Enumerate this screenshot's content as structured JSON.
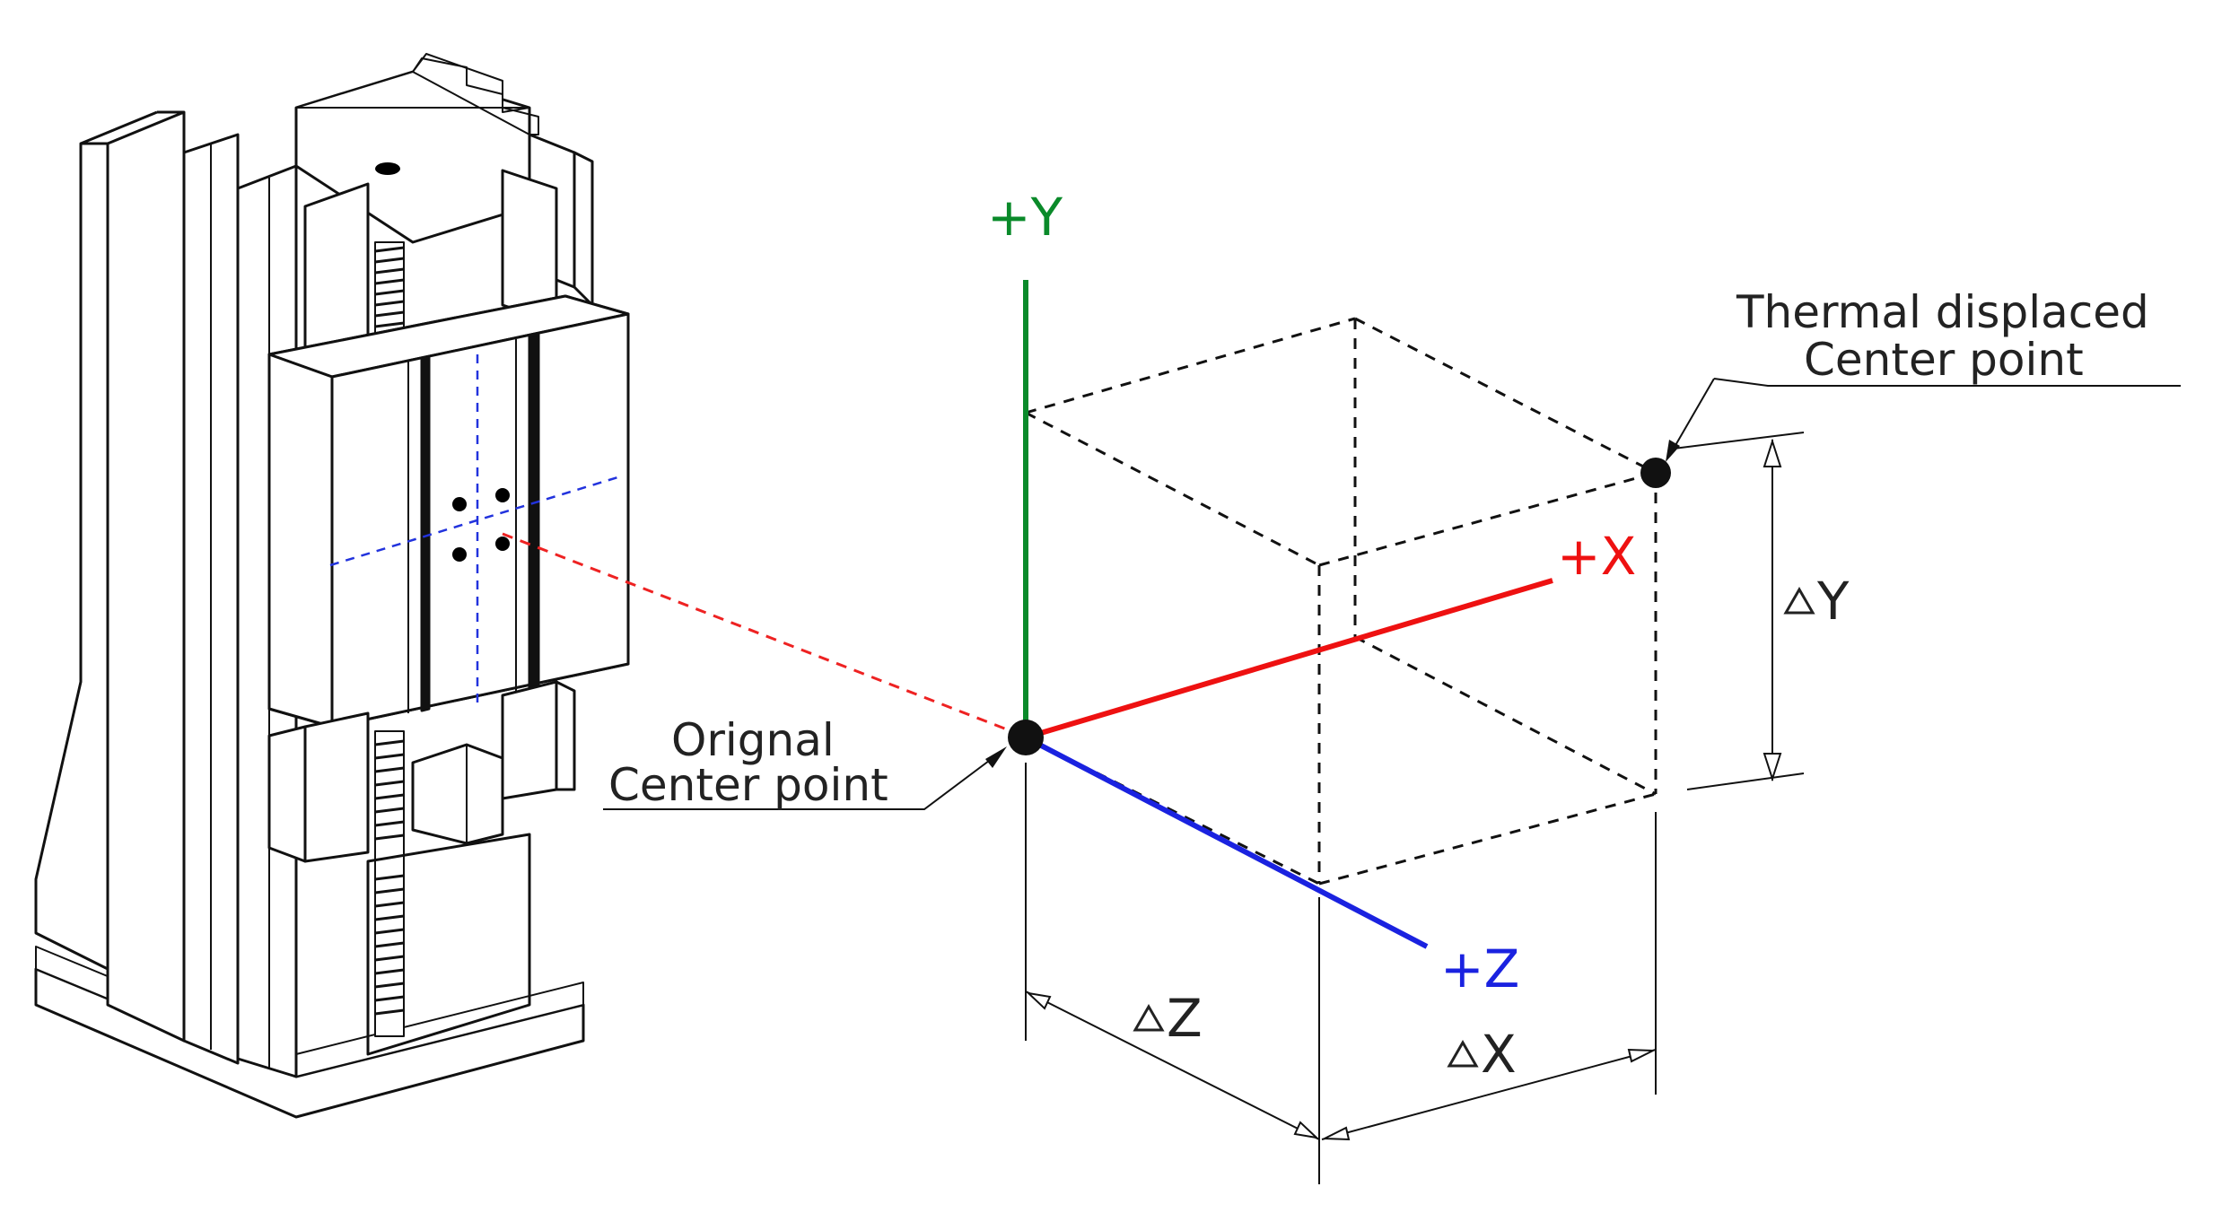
{
  "axes": {
    "y": {
      "label": "+Y",
      "color": "#0a8a2a"
    },
    "x": {
      "label": "+X",
      "color": "#ee1111"
    },
    "z": {
      "label": "+Z",
      "color": "#1a22e0"
    }
  },
  "points": {
    "original": {
      "line1": "Orignal",
      "line2": "Center point"
    },
    "displaced": {
      "line1": "Thermal displaced",
      "line2": "Center point"
    }
  },
  "dimensions": {
    "dx": "X",
    "dy": "Y",
    "dz": "Z"
  },
  "colors": {
    "guide_blue": "#2233dd",
    "guide_red": "#ee2222",
    "ink": "#111111"
  },
  "icons": {
    "delta": "triangle-delta-icon",
    "point": "filled-dot-icon"
  }
}
